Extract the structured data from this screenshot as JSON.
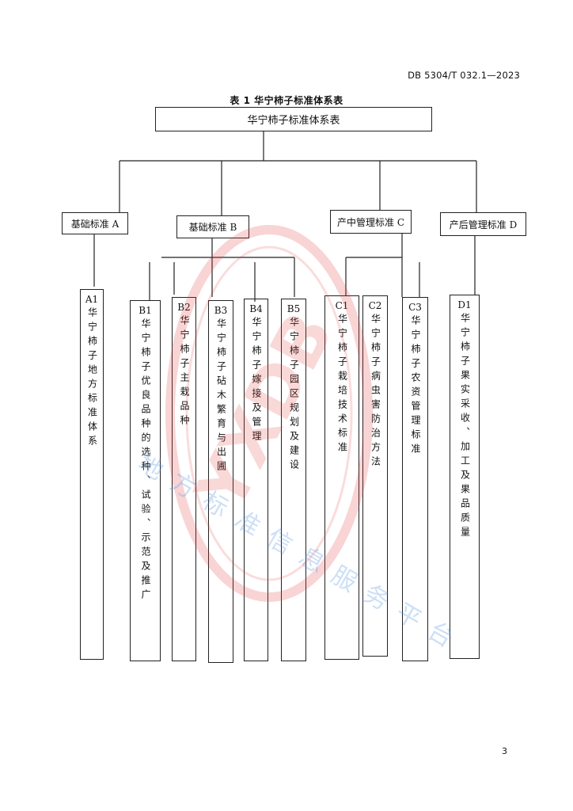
{
  "header": {
    "standard_code": "DB 5304/T 032.1—2023"
  },
  "caption": "表 1   华宁柿子标准体系表",
  "root": {
    "label": "华宁柿子标准体系表"
  },
  "categories": [
    {
      "label": "基础标准 A"
    },
    {
      "label": "基础标准 B"
    },
    {
      "label": "产中管理标准 C"
    },
    {
      "label": "产后管理标准 D"
    }
  ],
  "items": [
    {
      "code": "A1",
      "text": "华宁柿子地方标准体系"
    },
    {
      "code": "B1",
      "text": "华宁柿子优良品种的选种、试验、示范及推广"
    },
    {
      "code": "B2",
      "text": "华宁柿子主栽品种"
    },
    {
      "code": "B3",
      "text": "华宁柿子砧木繁育与出圃"
    },
    {
      "code": "B4",
      "text": "华宁柿子嫁接及管理"
    },
    {
      "code": "B5",
      "text": "华宁柿子园区规划及建设"
    },
    {
      "code": "C1",
      "text": "华宁柿子栽培技术标准"
    },
    {
      "code": "C2",
      "text": "华宁柿子病虫害防治方法"
    },
    {
      "code": "C3",
      "text": "华宁柿子农资管理标准"
    },
    {
      "code": "D1",
      "text": "华宁柿子果实采收、加工及果品质量"
    }
  ],
  "watermark": {
    "text": "地方标准信息服务平台",
    "stamp_text": "YXDB",
    "color": "#5a96e1",
    "stamp_color": "#e23c3c"
  },
  "footer": {
    "page_number": "3"
  }
}
